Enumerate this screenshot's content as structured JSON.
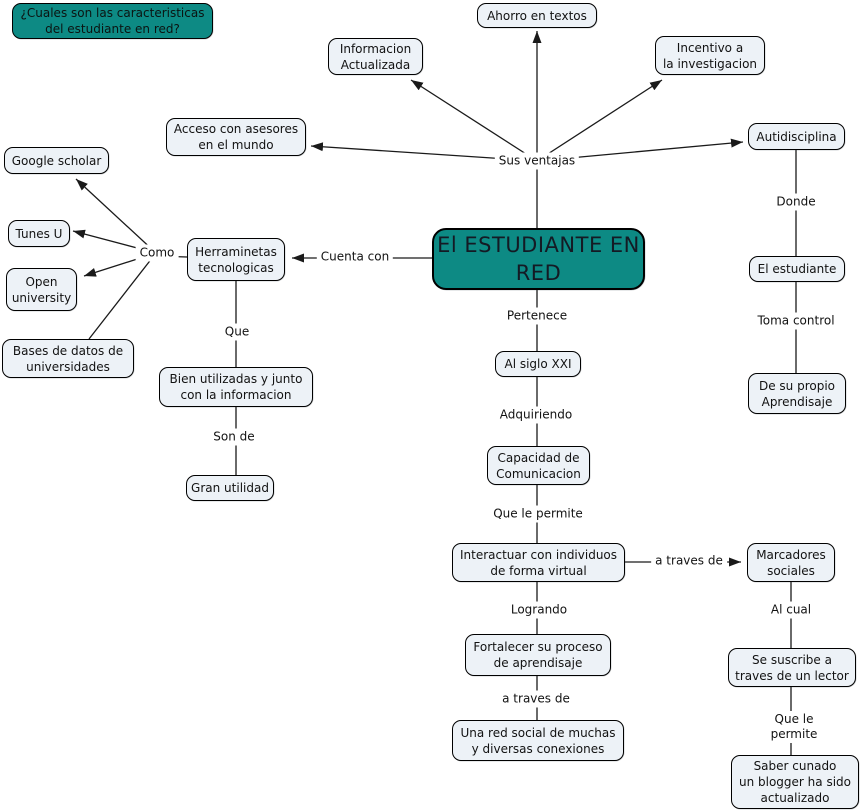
{
  "title_question": "¿Cuales son las caracteristicas\ndel estudiante en red?",
  "main_node": {
    "label": "El ESTUDIANTE EN\nRED"
  },
  "colors": {
    "teal": "#0d8a84",
    "node_fill": "#edf2f7",
    "node_border": "#000000",
    "connector": "#1a1a1a",
    "background": "#ffffff"
  },
  "nodes": {
    "ahorro": {
      "label": "Ahorro en textos"
    },
    "informacion": {
      "label": "Informacion\nActualizada"
    },
    "incentivo": {
      "label": "Incentivo a\nla investigacion"
    },
    "autidisciplina": {
      "label": "Autidisciplina"
    },
    "acceso": {
      "label": "Acceso con asesores\nen el mundo"
    },
    "google_scholar": {
      "label": "Google scholar"
    },
    "tunes_u": {
      "label": "Tunes U"
    },
    "open_university": {
      "label": "Open\nuniversity"
    },
    "bases_datos": {
      "label": "Bases de datos de\nuniversidades"
    },
    "herraminetas": {
      "label": "Herraminetas\ntecnologicas"
    },
    "bien_utilizadas": {
      "label": "Bien utilizadas y junto\ncon la informacion"
    },
    "gran_utilidad": {
      "label": "Gran utilidad"
    },
    "al_siglo": {
      "label": "Al siglo XXI"
    },
    "capacidad": {
      "label": "Capacidad de\nComunicacion"
    },
    "interactuar": {
      "label": "Interactuar con individuos\nde forma virtual"
    },
    "fortalecer": {
      "label": "Fortalecer su proceso\nde aprendisaje"
    },
    "una_red": {
      "label": "Una red social de muchas\ny diversas conexiones"
    },
    "el_estudiante": {
      "label": "El estudiante"
    },
    "de_su_propio": {
      "label": "De su propio\nAprendisaje"
    },
    "marcadores": {
      "label": "Marcadores\nsociales"
    },
    "se_suscribe": {
      "label": "Se suscribe a\ntraves de un lector"
    },
    "saber_cuando": {
      "label": "Saber cunado\nun blogger ha sido\nactualizado"
    }
  },
  "link_labels": {
    "sus_ventajas": "Sus ventajas",
    "cuenta_con": "Cuenta con",
    "como": "Como",
    "que": "Que",
    "son_de": "Son de",
    "pertenece": "Pertenece",
    "adquiriendo": "Adquiriendo",
    "que_le_permite": "Que le permite",
    "a_traves_de_right": "a traves de",
    "logrando": "Logrando",
    "a_traves_de_center": "a traves de",
    "donde": "Donde",
    "toma_control": "Toma control",
    "al_cual": "Al cual",
    "que_le_permite_right": "Que le\npermite"
  }
}
